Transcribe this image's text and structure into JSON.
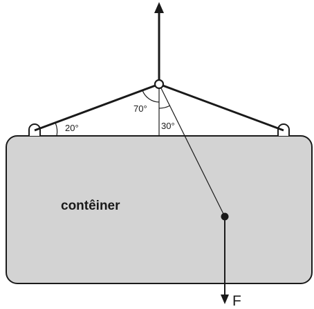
{
  "labels": {
    "container": "contêiner",
    "force": "F",
    "angle_left_cable": "20°",
    "angle_between_cable_vertical": "70°",
    "angle_force_line": "30°"
  },
  "colors": {
    "container_fill": "#d3d3d3",
    "stroke": "#1a1a1a",
    "background": "#ffffff"
  },
  "icons": {
    "top_arrow": "arrow-up-icon",
    "force_arrow": "arrow-down-icon"
  }
}
